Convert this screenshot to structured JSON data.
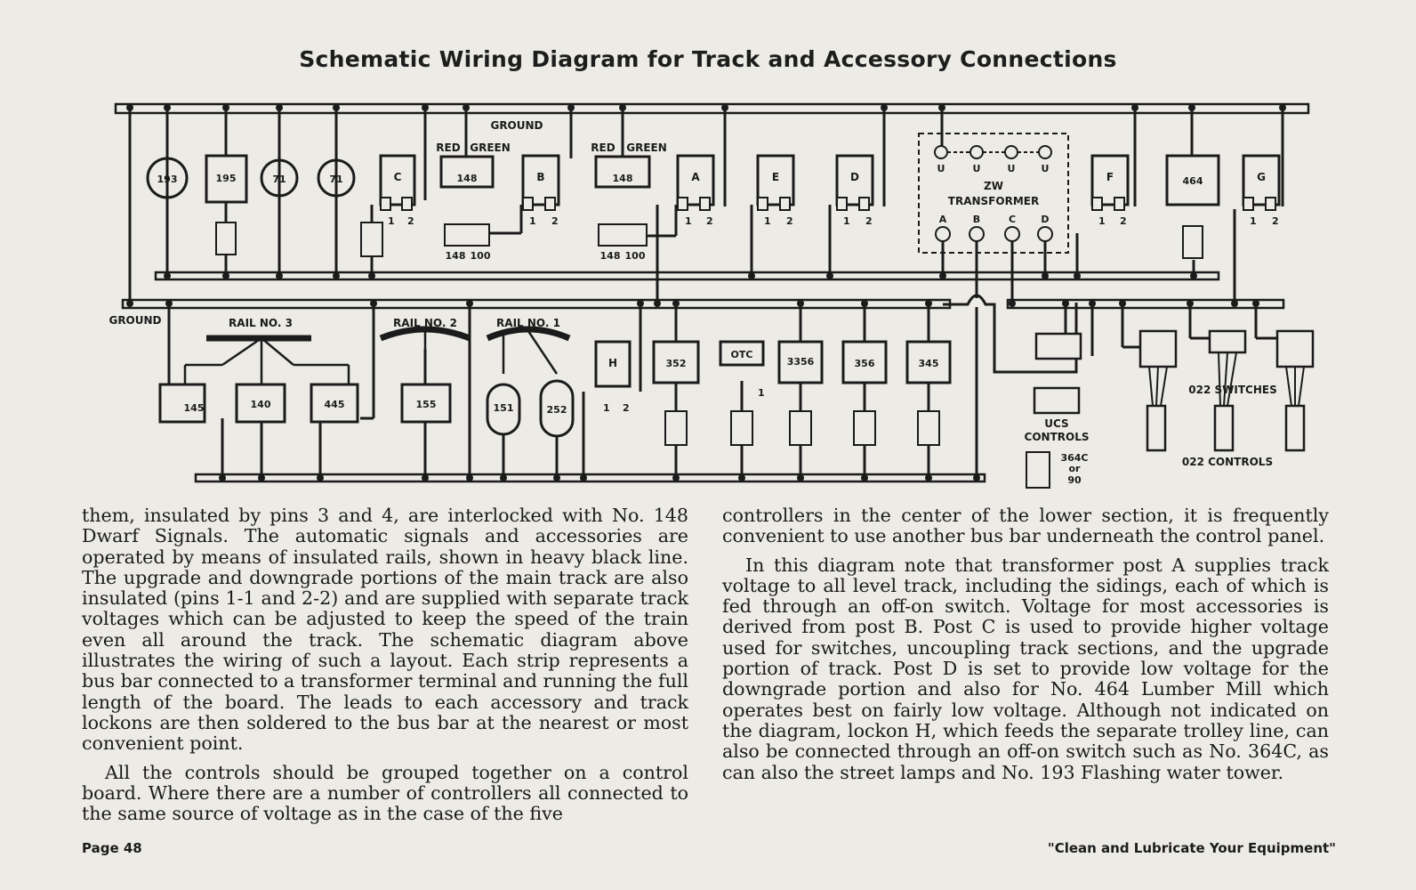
{
  "title": "Schematic Wiring Diagram for Track and Accessory Connections",
  "diagram": {
    "ground_top": "GROUND",
    "ground_left": "GROUND",
    "red": "RED",
    "green": "GREEN",
    "rail_3": "RAIL NO. 3",
    "rail_2": "RAIL NO. 2",
    "rail_1": "RAIL NO. 1",
    "zw": "ZW",
    "transformer": "TRANSFORMER",
    "posts_u": [
      "U",
      "U",
      "U",
      "U"
    ],
    "posts": [
      "A",
      "B",
      "C",
      "D"
    ],
    "ucs": "UCS",
    "controls": "CONTROLS",
    "switches_022": "022 SWITCHES",
    "controls_022": "022 CONTROLS",
    "or364c": "364C",
    "or_word": "or",
    "or90": "90",
    "pin1": "1",
    "pin2": "2",
    "n148": "148",
    "n100": "100",
    "circle_items": [
      "193",
      "71",
      "71"
    ],
    "box_items": [
      "195",
      "C",
      "B",
      "A",
      "E",
      "D",
      "F",
      "464",
      "G"
    ],
    "lower_items": [
      "145",
      "140",
      "445",
      "155",
      "151",
      "252",
      "H",
      "352",
      "OTC",
      "3356",
      "356",
      "345"
    ]
  },
  "left_column": {
    "p1": "them, insulated by pins 3 and 4, are interlocked with No. 148 Dwarf Signals. The automatic signals and accessories are operated by means of insulated rails, shown in heavy black line. The upgrade and downgrade portions of the main track are also insulated (pins 1-1 and 2-2) and are supplied with separate track voltages which can be adjusted to keep the speed of the train even all around the track. The schematic diagram above illustrates the wiring of such a layout. Each strip represents a bus bar connected to a transformer terminal and running the full length of the board. The leads to each accessory and track lockons are then soldered to the bus bar at the nearest or most convenient point.",
    "p2": "All the controls should be grouped together on a control board. Where there are a number of controllers all connected to the same source of voltage  as in the case of the five"
  },
  "right_column": {
    "p1": "controllers in the center of the lower section, it is frequently convenient to use another bus bar underneath the control panel.",
    "p2": "In this diagram note that transformer post A supplies track voltage to all level track, including the sidings, each of which is fed through an off-on switch. Voltage for most accessories is derived from post B. Post C is used to provide higher voltage used for switches, uncoupling track sections, and the upgrade portion of track. Post D is set to provide low voltage for the downgrade portion and also for No. 464 Lumber Mill which operates best on fairly low voltage. Although not indicated on the diagram, lockon H, which feeds the separate trolley line, can also be connected through an off-on switch such as No. 364C, as can also the street lamps and No. 193 Flashing water tower."
  },
  "footer": {
    "page": "Page 48",
    "slogan": "\"Clean and Lubricate Your Equipment\""
  }
}
